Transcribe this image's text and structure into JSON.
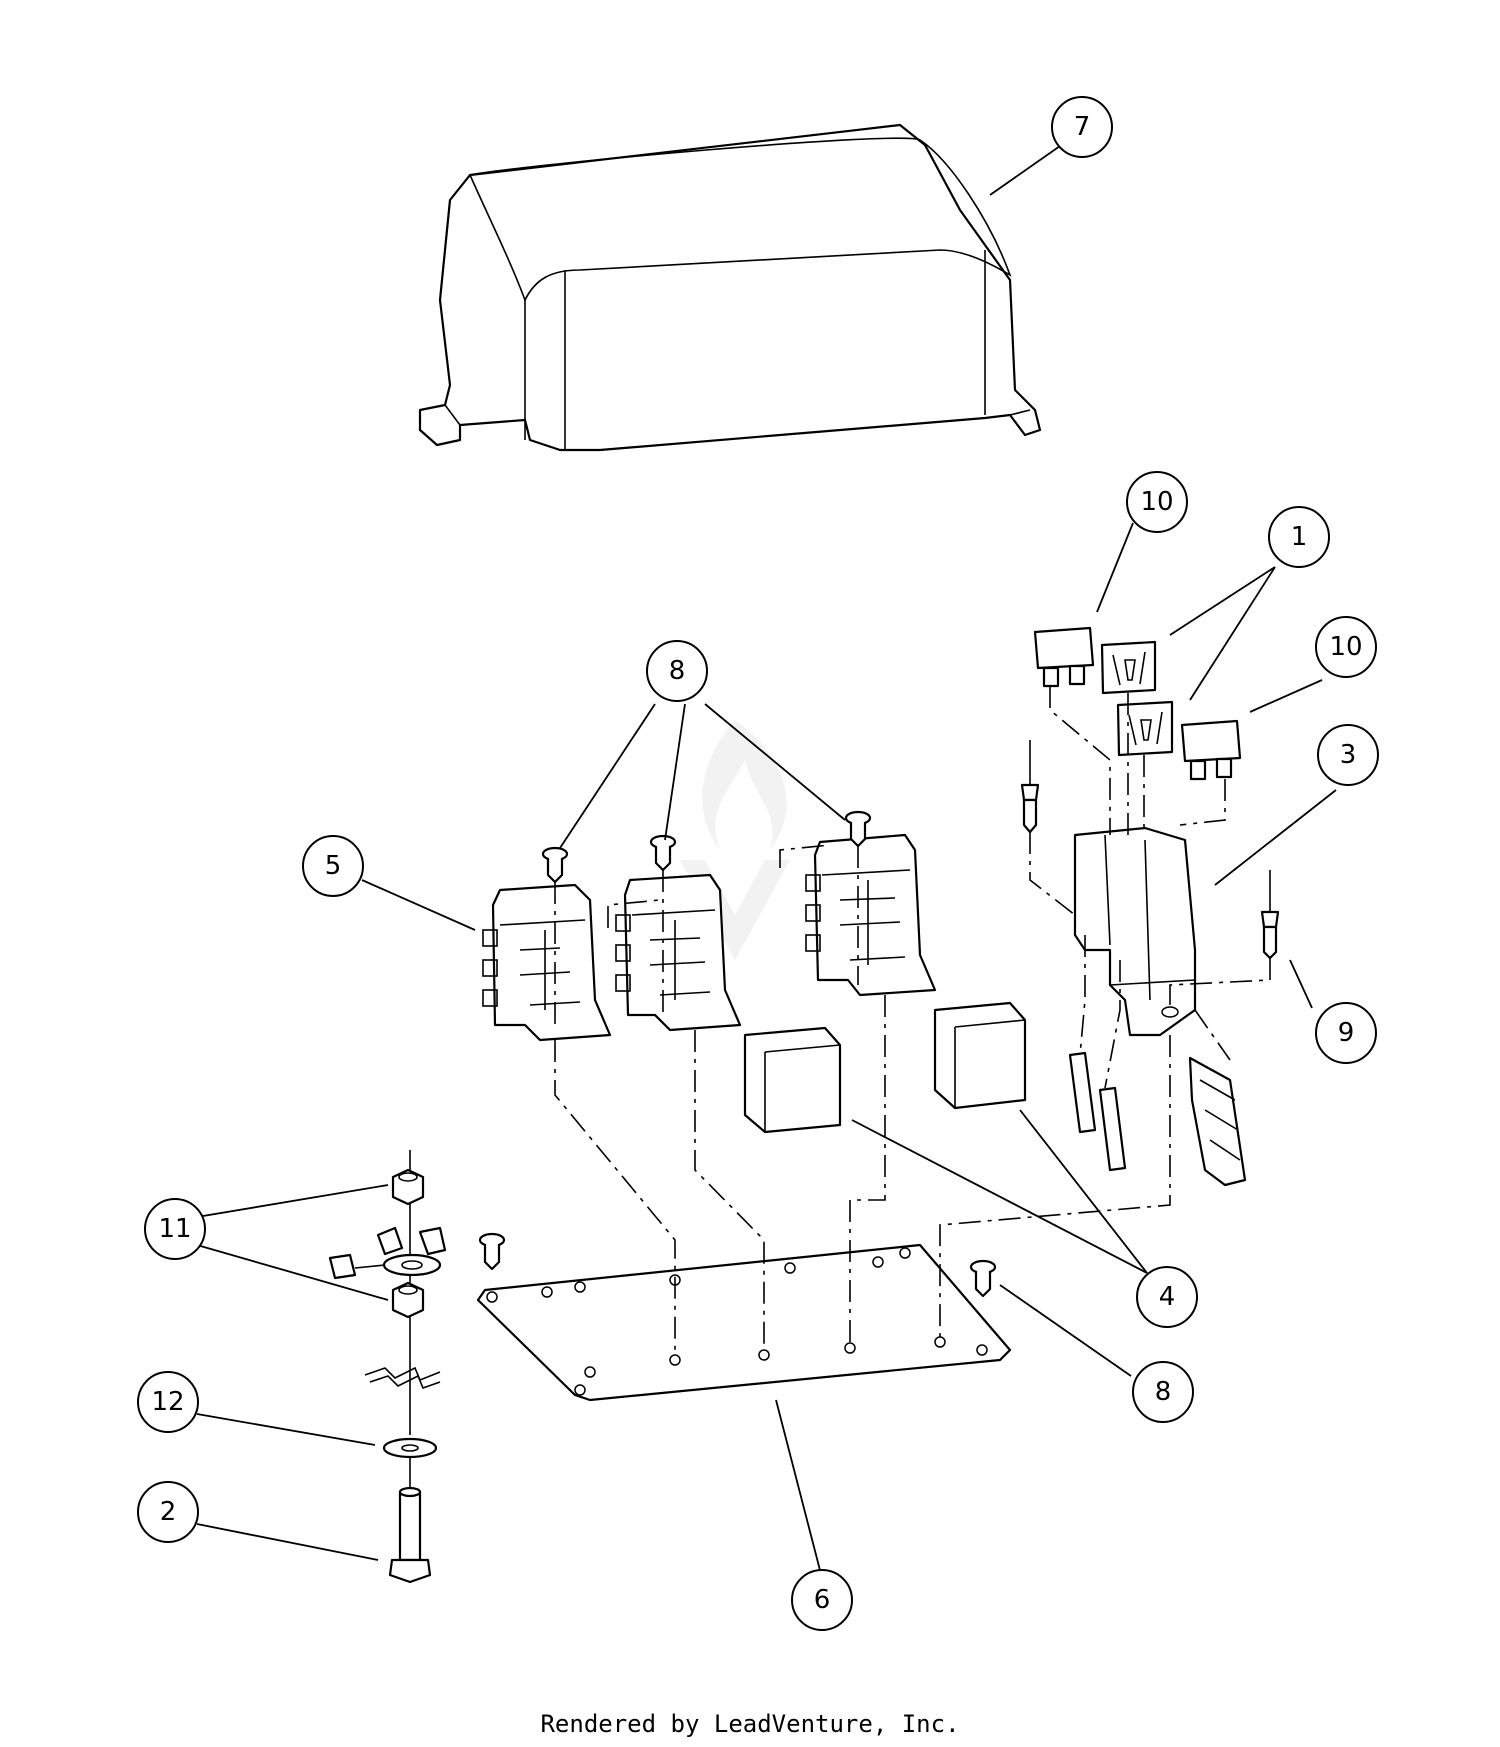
{
  "callouts": [
    {
      "label": "7"
    },
    {
      "label": "10"
    },
    {
      "label": "1"
    },
    {
      "label": "10"
    },
    {
      "label": "3"
    },
    {
      "label": "8"
    },
    {
      "label": "5"
    },
    {
      "label": "9"
    },
    {
      "label": "11"
    },
    {
      "label": "4"
    },
    {
      "label": "8"
    },
    {
      "label": "12"
    },
    {
      "label": "2"
    },
    {
      "label": "6"
    }
  ],
  "footer": {
    "text": "Rendered by LeadVenture, Inc."
  }
}
